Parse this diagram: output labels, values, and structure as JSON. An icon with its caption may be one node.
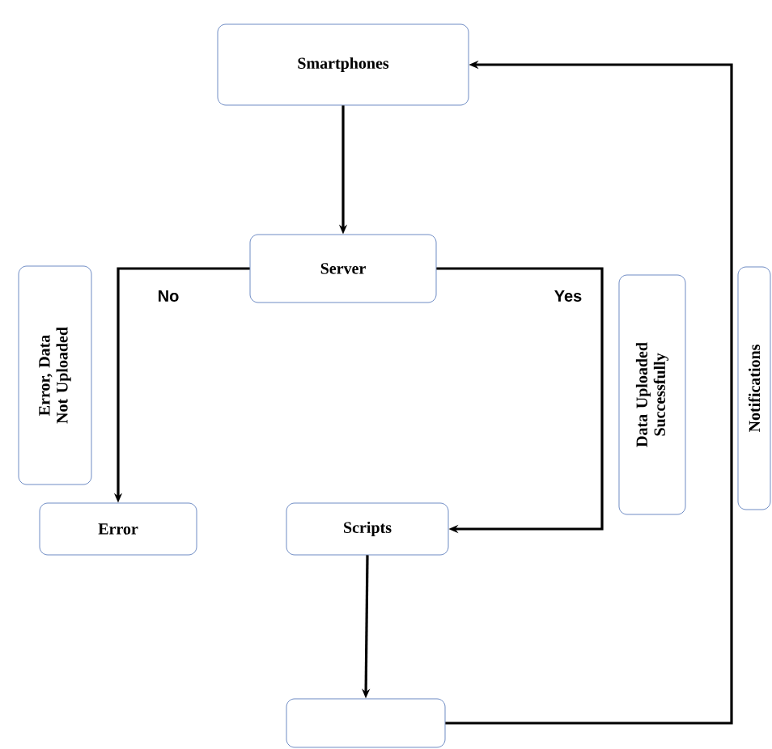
{
  "diagram": {
    "nodes": [
      {
        "text": [
          "Smartphones"
        ]
      },
      {
        "text": [
          "Server"
        ]
      },
      {
        "text": [
          "Error, Data Not Uploaded"
        ]
      },
      {
        "text": [
          "Error"
        ]
      },
      {
        "text": [
          "Scripts"
        ]
      },
      {
        "text": [
          "Data Uploaded Successfully"
        ]
      },
      {
        "text": [
          "Notifications"
        ]
      },
      {
        "text": [],
        "shape": "box"
      }
    ],
    "edges": [
      {
        "from": 0,
        "to": 1,
        "arrow": "to"
      },
      {
        "from": 1,
        "to": 3,
        "arrow": "to",
        "label": "No"
      },
      {
        "from": 1,
        "to": 4,
        "arrow": "to",
        "label": "Yes"
      },
      {
        "from": 4,
        "to": 7,
        "arrow": "to"
      },
      {
        "from": 7,
        "to": 0,
        "arrow": "to"
      }
    ]
  }
}
